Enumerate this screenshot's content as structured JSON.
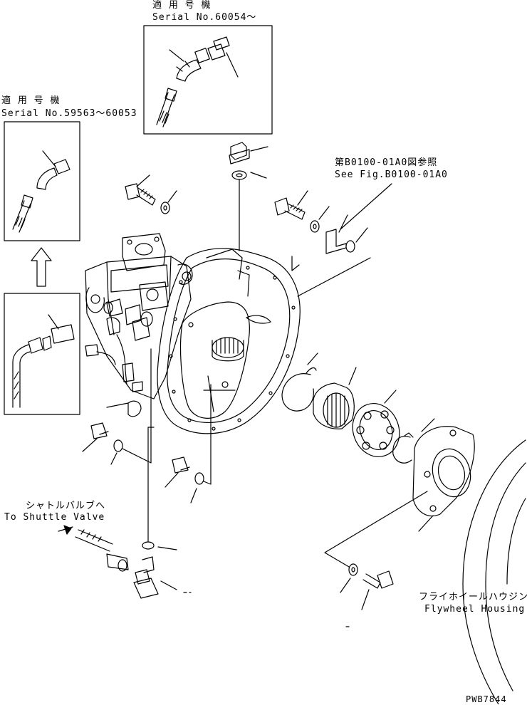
{
  "labels": {
    "applicable_jp_top": "適 用 号 機",
    "serial_top": "Serial No.60054～",
    "applicable_jp_left": "適 用 号 機",
    "serial_left": "Serial No.59563～60053",
    "ref_jp": "第B0100-01A0図参照",
    "ref_en": "See Fig.B0100-01A0",
    "shuttle_jp": "シャトルバルブへ",
    "shuttle_en": "To Shuttle Valve",
    "flywheel_jp": "フライホイールハウジング",
    "flywheel_en": "Flywheel Housing",
    "drawing_code": "PWB7844"
  }
}
